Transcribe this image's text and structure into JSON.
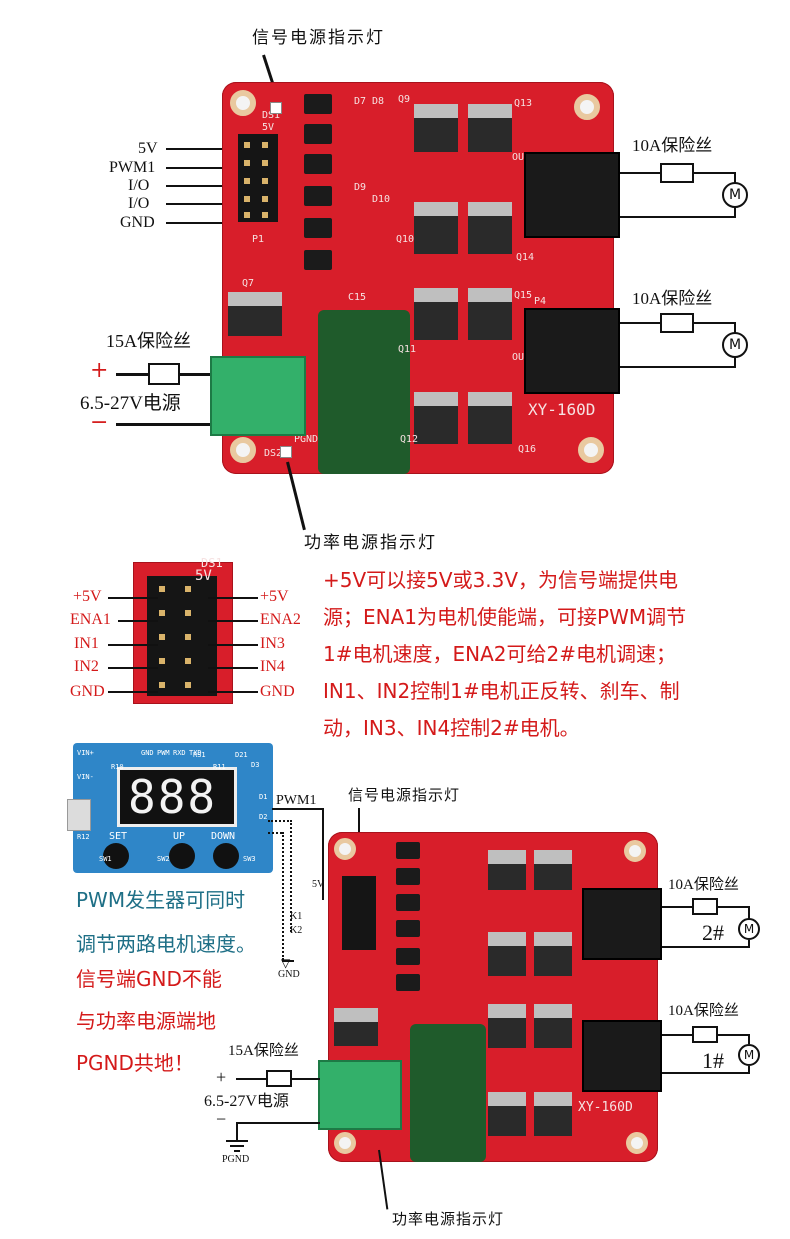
{
  "top": {
    "signal_led_label": "信号电源指示灯",
    "pins": [
      "5V",
      "PWM1",
      "I/O",
      "I/O",
      "GND"
    ],
    "fuse_out1": "10A保险丝",
    "fuse_out2": "10A保险丝",
    "fuse_in": "15A保险丝",
    "plus": "+",
    "minus": "−",
    "supply": "6.5-27V电源",
    "power_led_label": "功率电源指示灯",
    "motor_symbol": "M",
    "board_name": "XY-160D",
    "silk": [
      "5V",
      "DS1",
      "P1",
      "Q7",
      "C15",
      "PGND",
      "DS2",
      "Q9",
      "Q13",
      "Q10",
      "Q14",
      "Q11",
      "Q15",
      "Q12",
      "Q16",
      "P4",
      "D7",
      "D8",
      "D9",
      "D10",
      "OUT2",
      "OUT1"
    ]
  },
  "middle": {
    "left_pins": [
      "+5V",
      "ENA1",
      "IN1",
      "IN2",
      "GND"
    ],
    "right_pins": [
      "+5V",
      "ENA2",
      "IN3",
      "IN4",
      "GND"
    ],
    "header_silk": [
      "5V",
      "DS1"
    ],
    "description": [
      "+5V可以接5V或3.3V，为信号端提供电",
      "源；ENA1为电机使能端，可接PWM调节",
      "1#电机速度，ENA2可给2#电机调速；",
      "IN1、IN2控制1#电机正反转、刹车、制",
      "动，IN3、IN4控制2#电机。"
    ]
  },
  "bottom": {
    "pwm_module": {
      "display": "888",
      "buttons": [
        "SET",
        "UP",
        "DOWN"
      ],
      "silk": [
        "VIN+",
        "VIN-",
        "GND",
        "PWM",
        "RXD",
        "TXD",
        "D1",
        "D2",
        "D3",
        "D21",
        "RS1",
        "R10",
        "R11",
        "R12",
        "SW1",
        "SW2",
        "SW3"
      ]
    },
    "pwm1_label": "PWM1",
    "signal_led_label": "信号电源指示灯",
    "wire_labels": [
      "5V",
      "K1",
      "K2"
    ],
    "gnd_label": "GND",
    "note_teal": [
      "PWM发生器可同时",
      "调节两路电机速度。"
    ],
    "note_red": [
      "信号端GND不能",
      "与功率电源端地",
      "PGND共地！"
    ],
    "fuse_out2": "10A保险丝",
    "fuse_out1": "10A保险丝",
    "motor2": "2#",
    "motor1": "1#",
    "motor_symbol": "M",
    "fuse_in": "15A保险丝",
    "plus": "+",
    "minus": "−",
    "supply": "6.5-27V电源",
    "pgnd": "PGND",
    "power_led_label": "功率电源指示灯",
    "board_name": "XY-160D"
  },
  "colors": {
    "pcb": "#d81e2a",
    "annotation_red": "#d41a1a",
    "annotation_teal": "#1e6f86",
    "terminal_green": "#33b06a",
    "module_blue": "#2f86c8"
  }
}
